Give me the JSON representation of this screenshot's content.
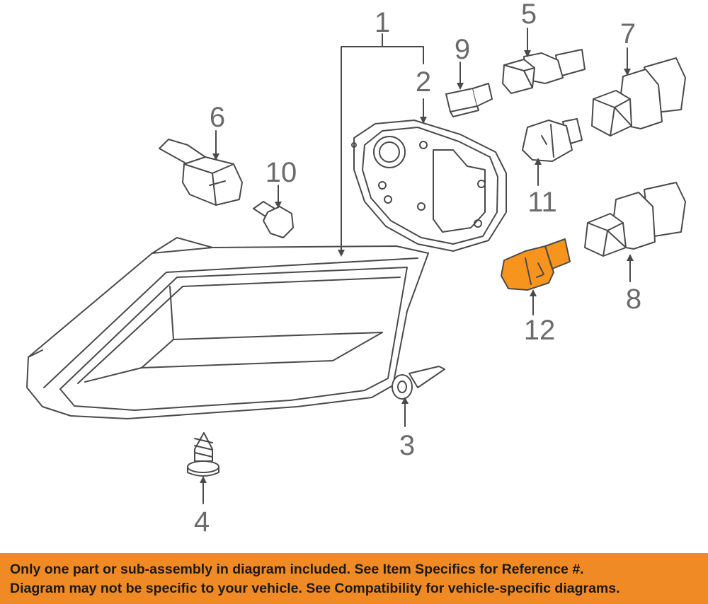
{
  "colors": {
    "line": "#4a4a4a",
    "callout_text": "#6b6b6b",
    "highlight_part": "#f7941d",
    "banner_bg": "#f08a24"
  },
  "callouts": [
    "1",
    "2",
    "3",
    "4",
    "5",
    "6",
    "7",
    "8",
    "9",
    "10",
    "11",
    "12"
  ],
  "highlighted_part": "12",
  "banner": {
    "line1": "Only one part or sub-assembly in diagram included. See Item Specifics for Reference #.",
    "line2": "Diagram may not be specific to your vehicle. See Compatibility for vehicle-specific diagrams."
  }
}
